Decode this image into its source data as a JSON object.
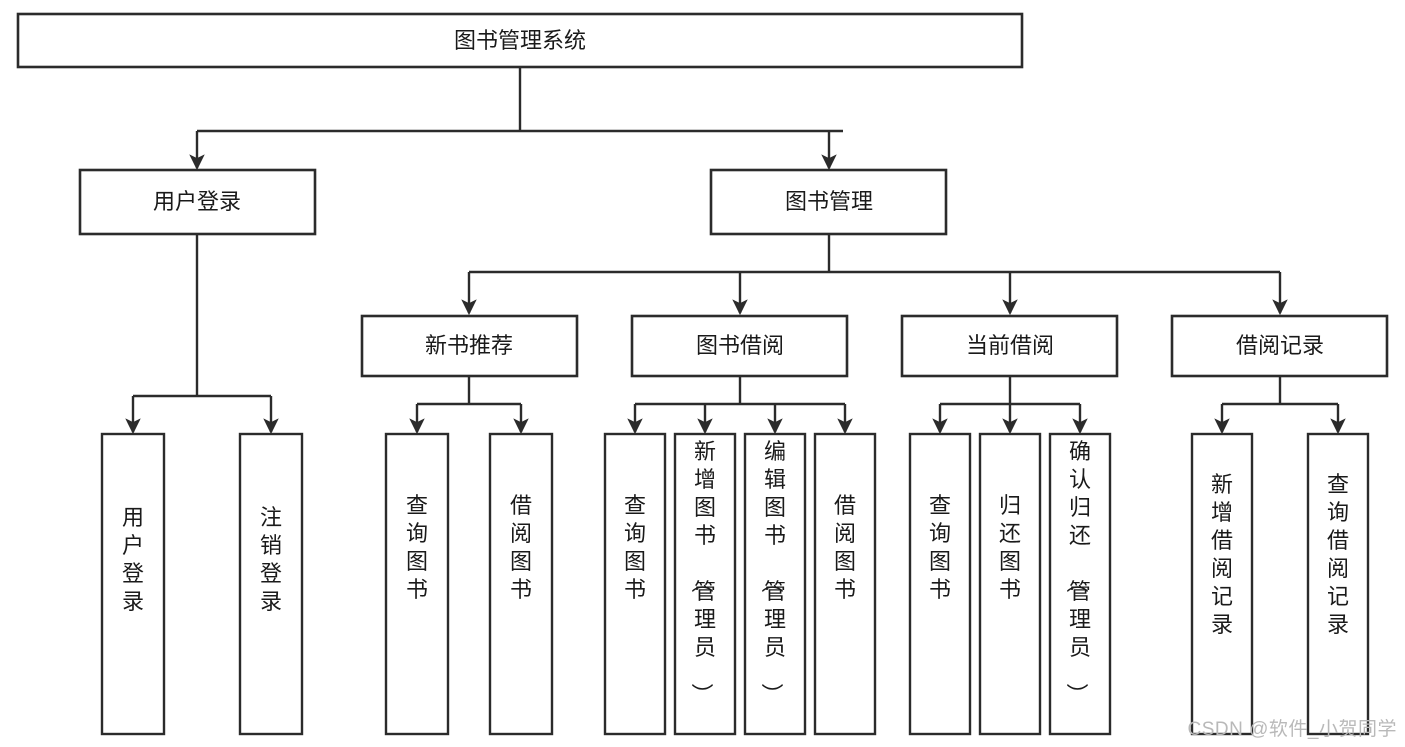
{
  "diagram": {
    "type": "tree-hierarchy-chart",
    "title": "图书管理系统",
    "orientation": "top-down",
    "colors": {
      "box_stroke": "#2b2b2b",
      "box_fill": "#ffffff",
      "link": "#2b2b2b",
      "text": "#1a1a1a",
      "background": "#ffffff",
      "watermark": "#b9b9b9"
    },
    "root": {
      "label": "图书管理系统"
    },
    "level1": [
      {
        "label": "用户登录"
      },
      {
        "label": "图书管理"
      }
    ],
    "level2": [
      {
        "label": "新书推荐"
      },
      {
        "label": "图书借阅"
      },
      {
        "label": "当前借阅"
      },
      {
        "label": "借阅记录"
      }
    ],
    "leaves": {
      "user_login": [
        {
          "label": "用户登录"
        },
        {
          "label": "注销登录"
        }
      ],
      "new_book_recommend": [
        {
          "label": "查询图书"
        },
        {
          "label": "借阅图书"
        }
      ],
      "book_borrow": [
        {
          "label": "查询图书"
        },
        {
          "label": "新增图书（管理员）"
        },
        {
          "label": "编辑图书（管理员）"
        },
        {
          "label": "借阅图书"
        }
      ],
      "current_borrow": [
        {
          "label": "查询图书"
        },
        {
          "label": "归还图书"
        },
        {
          "label": "确认归还（管理员）"
        }
      ],
      "borrow_record": [
        {
          "label": "新增借阅记录"
        },
        {
          "label": "查询借阅记录"
        }
      ]
    }
  },
  "watermark": {
    "text": "CSDN @软件_小贺同学"
  }
}
